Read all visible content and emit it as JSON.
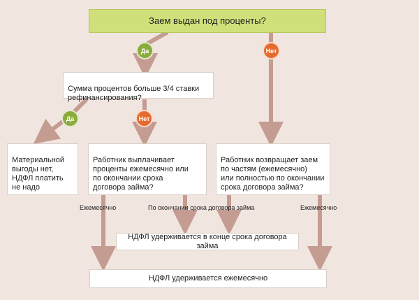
{
  "colors": {
    "background": "#f1e5df",
    "question_box": "#cfe07a",
    "arrow": "#c49c92",
    "yes_badge": "#8aac3c",
    "no_badge": "#e56a2d",
    "box": "#ffffff"
  },
  "nodes": {
    "top_question": "Заем выдан под проценты?",
    "interest_question": "Сумма процентов больше 3/4 ставки\nрефинансирования?",
    "no_benefit": "Материальной\nвыгоды нет,\nНДФЛ платить\nне надо",
    "employee_pays_interest": "Работник выплачивает\nпроценты ежемесячно или\nпо окончании срока\nдоговора займа?",
    "employee_repays_loan": "Работник возвращает заем\nпо частям (ежемесячно)\nили полностью по окончании\nсрока договора займа?",
    "withheld_end": "НДФЛ удерживается в конце срока договора займа",
    "withheld_monthly": "НДФЛ удерживается ежемесячно"
  },
  "badges": {
    "yes_1": "Да",
    "no_1": "Нет",
    "yes_2": "Да",
    "no_2": "Нет"
  },
  "labels": {
    "monthly_left": "Ежемесячно",
    "end_of_term": "По окончании срока договора займа",
    "monthly_right": "Ежемесячно"
  }
}
